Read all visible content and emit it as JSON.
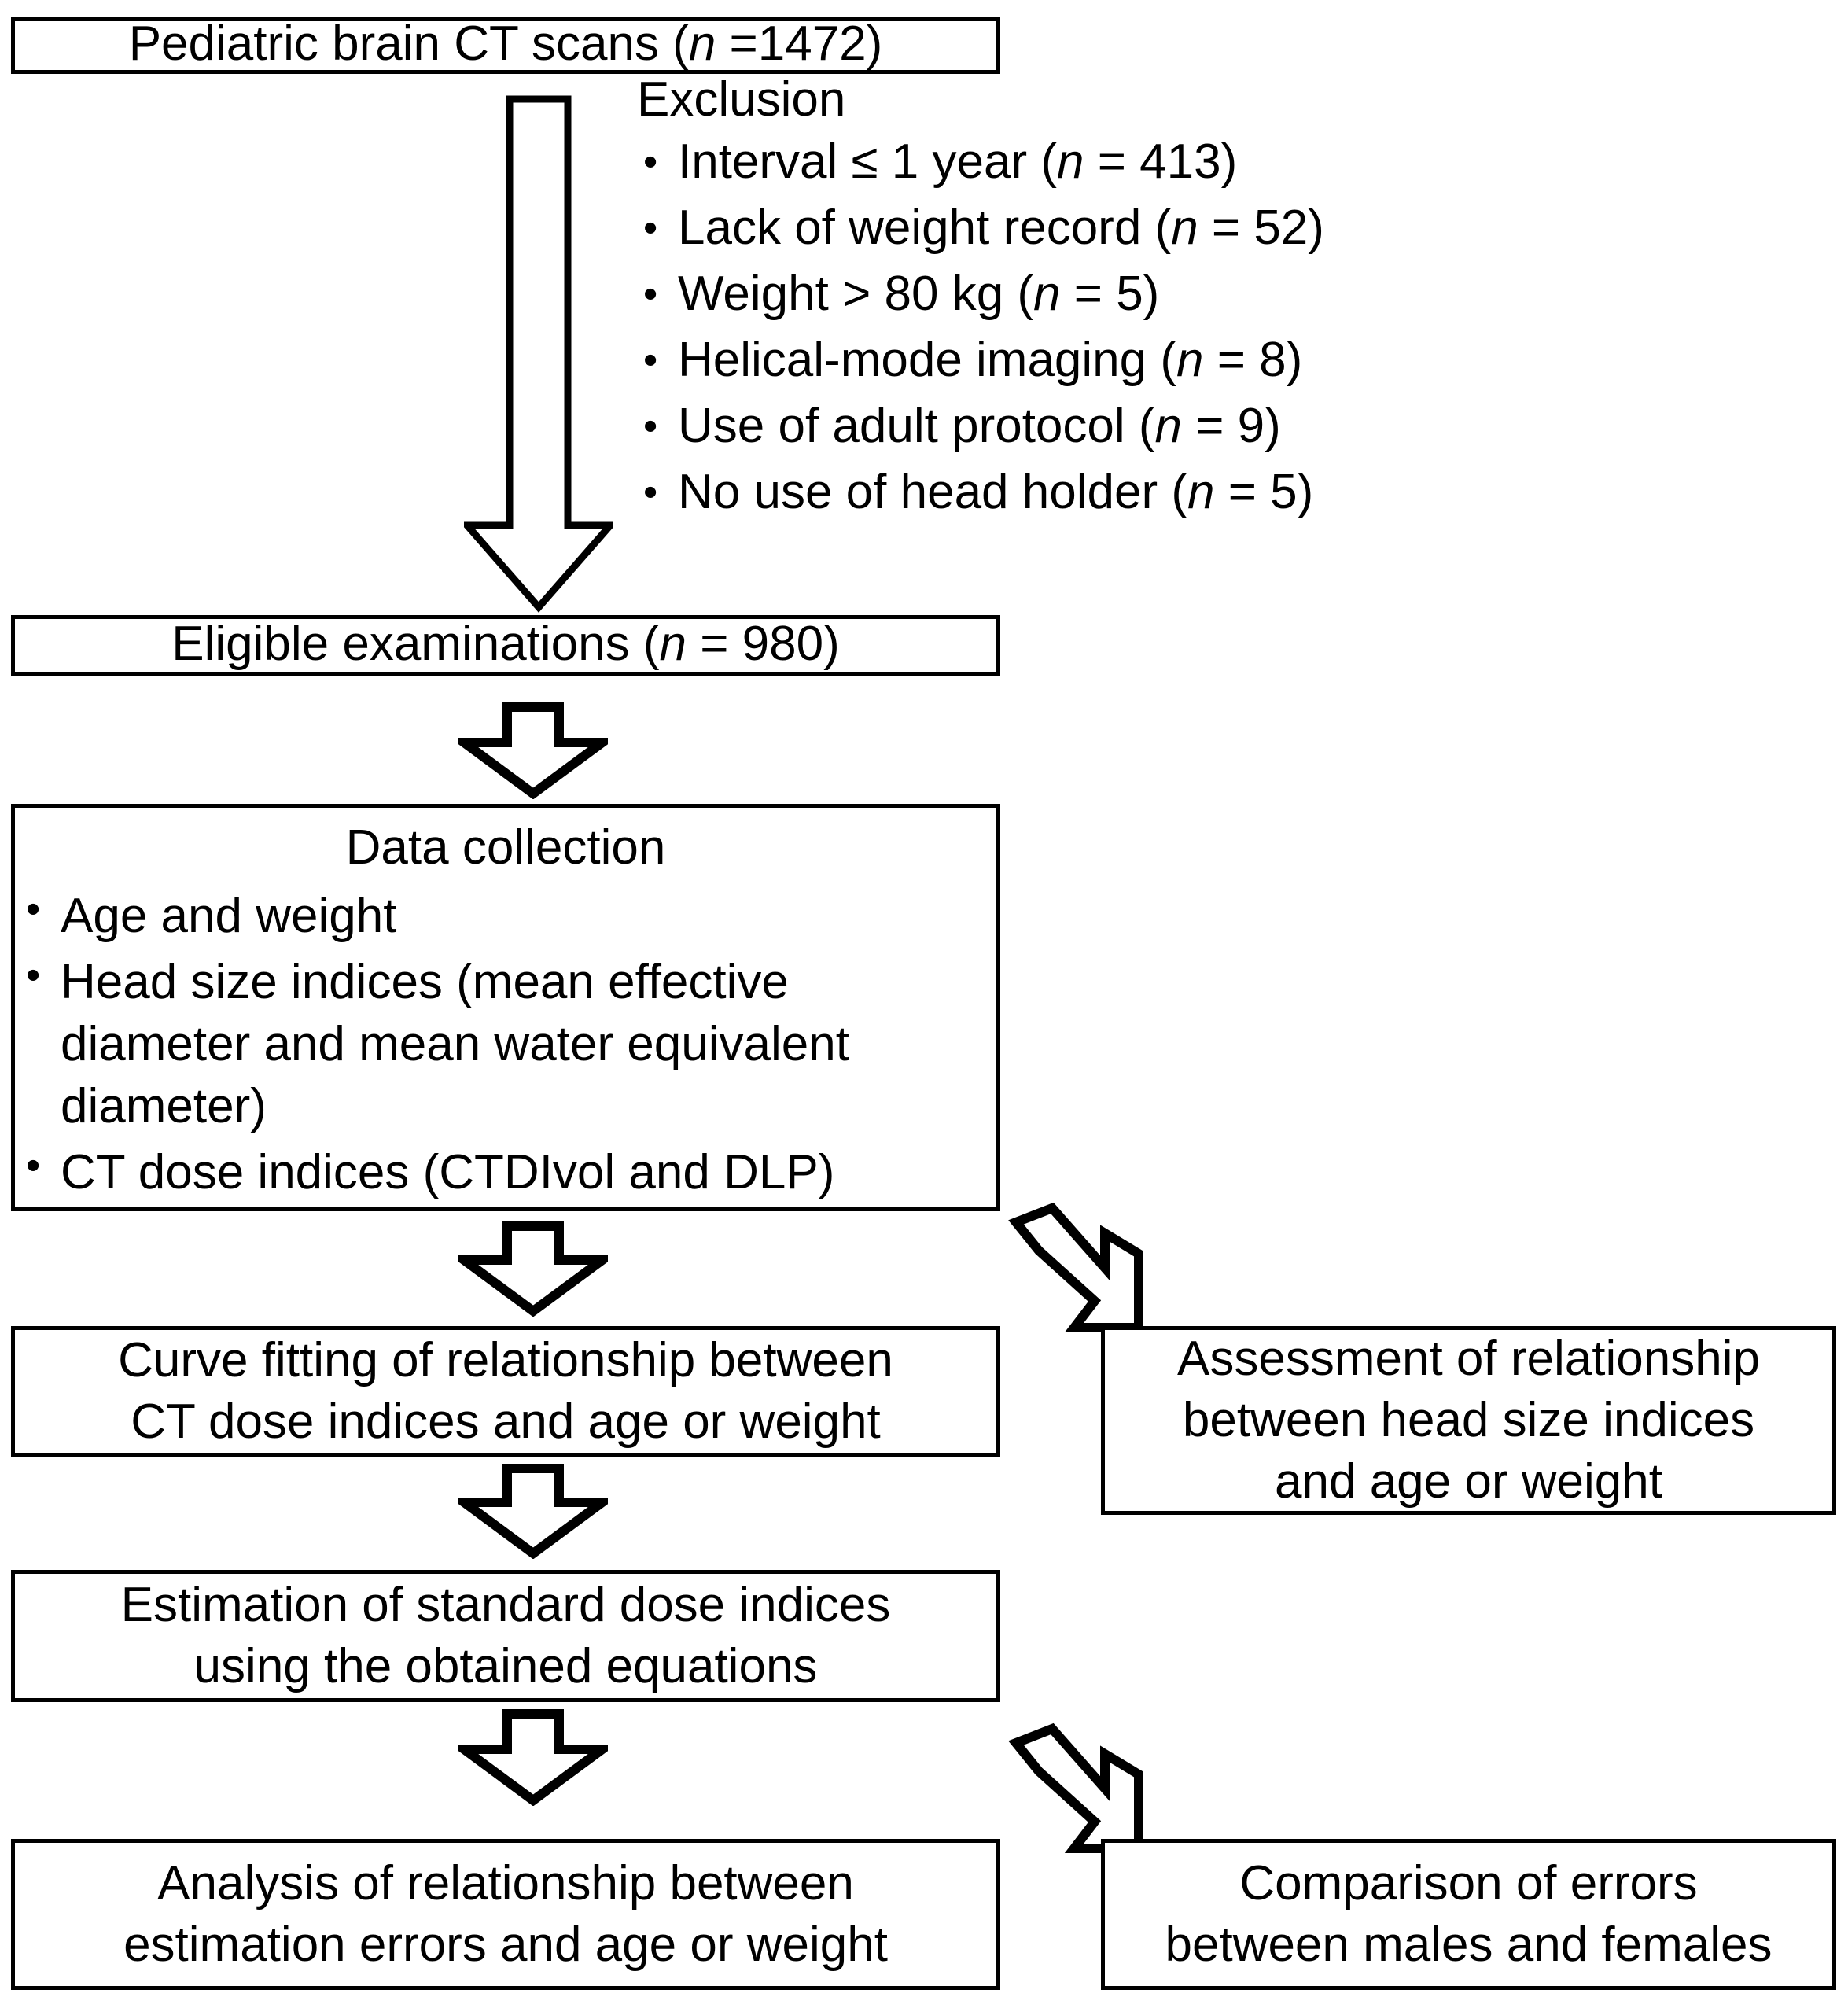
{
  "diagram": {
    "type": "flowchart",
    "title": "Study participant selection and analysis flowchart",
    "orientation": "top-to-bottom",
    "colors": {
      "background": "#ffffff",
      "stroke": "#000000",
      "text": "#000000"
    }
  },
  "nodes": {
    "source": {
      "label_prefix": "Pediatric brain CT scans (",
      "label_var": "n",
      "label_suffix": " =1472)",
      "full_text": "Pediatric brain CT scans (n =1472)"
    },
    "exclusion": {
      "heading": "Exclusion",
      "items": [
        {
          "text_prefix": "Interval ≤ 1 year (",
          "var": "n",
          "text_suffix": " = 413)",
          "full_text": "Interval ≤ 1 year (n = 413)",
          "count": 413
        },
        {
          "text_prefix": "Lack of weight record (",
          "var": "n",
          "text_suffix": " = 52)",
          "full_text": "Lack of weight record (n = 52)",
          "count": 52
        },
        {
          "text_prefix": "Weight > 80 kg (",
          "var": "n",
          "text_suffix": " = 5)",
          "full_text": "Weight > 80 kg (n = 5)",
          "count": 5
        },
        {
          "text_prefix": "Helical-mode imaging  (",
          "var": "n",
          "text_suffix": " = 8)",
          "full_text": "Helical-mode imaging  (n = 8)",
          "count": 8
        },
        {
          "text_prefix": "Use of adult protocol (",
          "var": "n",
          "text_suffix": " = 9)",
          "full_text": "Use of adult protocol (n = 9)",
          "count": 9
        },
        {
          "text_prefix": "No use of head holder (",
          "var": "n",
          "text_suffix": " = 5)",
          "full_text": "No use of head holder (n = 5)",
          "count": 5
        }
      ]
    },
    "eligible": {
      "label_prefix": "Eligible examinations (",
      "label_var": "n",
      "label_suffix": " = 980)",
      "full_text": "Eligible examinations (n = 980)"
    },
    "data_collection": {
      "heading": "Data collection",
      "items": [
        "Age and weight",
        "Head size indices (mean effective diameter and mean water equivalent diameter)",
        "CT dose indices (CTDIvol and DLP)"
      ]
    },
    "curve_fitting": {
      "line1": "Curve fitting of relationship between",
      "line2": "CT dose indices and age or weight"
    },
    "assessment": {
      "line1": "Assessment of relationship",
      "line2": "between head size indices",
      "line3": "and age or weight"
    },
    "estimation": {
      "line1": "Estimation of standard dose indices",
      "line2": "using the obtained equations"
    },
    "error_analysis": {
      "line1": "Analysis of relationship between",
      "line2": "estimation errors and age or weight"
    },
    "comparison": {
      "line1": "Comparison of errors",
      "line2": "between males and females"
    }
  },
  "edges": [
    {
      "from": "source",
      "to": "eligible",
      "style": "hollow-block-arrow",
      "direction": "down",
      "note": "long shaft spanning exclusion list"
    },
    {
      "from": "eligible",
      "to": "data_collection",
      "style": "hollow-block-arrow",
      "direction": "down"
    },
    {
      "from": "data_collection",
      "to": "curve_fitting",
      "style": "hollow-block-arrow",
      "direction": "down"
    },
    {
      "from": "data_collection",
      "to": "assessment",
      "style": "hollow-block-arrow",
      "direction": "down-right"
    },
    {
      "from": "curve_fitting",
      "to": "estimation",
      "style": "hollow-block-arrow",
      "direction": "down"
    },
    {
      "from": "estimation",
      "to": "error_analysis",
      "style": "hollow-block-arrow",
      "direction": "down"
    },
    {
      "from": "estimation",
      "to": "comparison",
      "style": "hollow-block-arrow",
      "direction": "down-right"
    }
  ]
}
